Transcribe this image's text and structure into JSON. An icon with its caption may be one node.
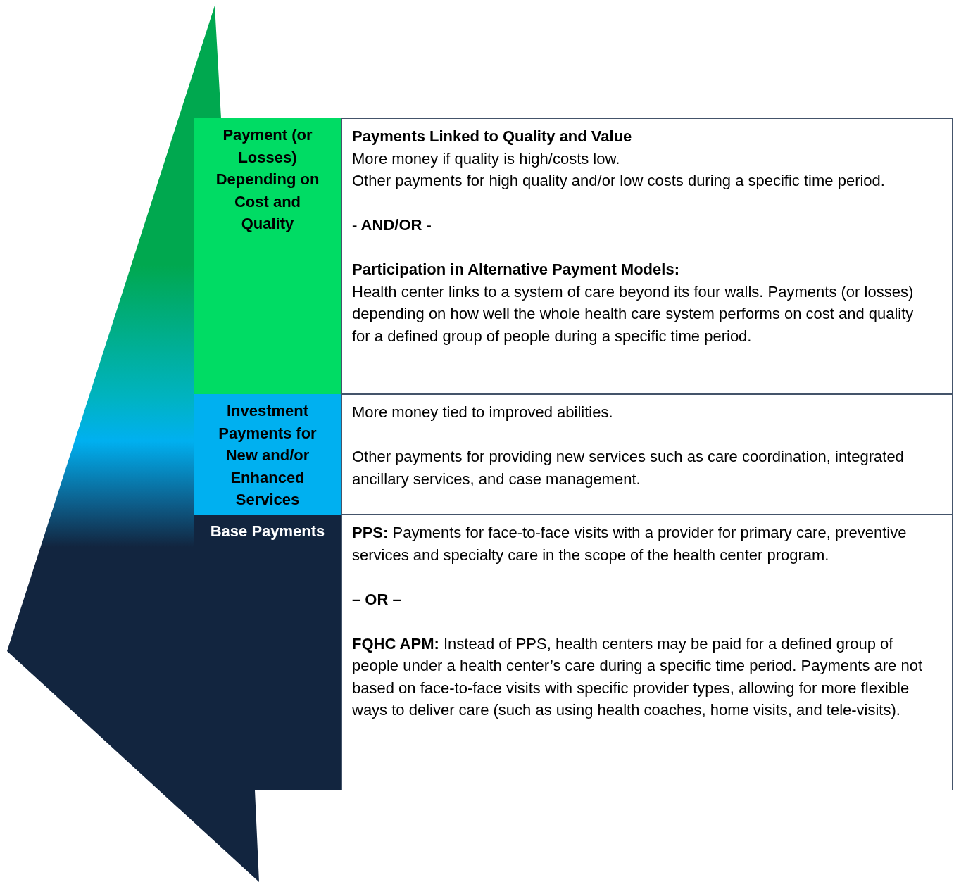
{
  "diagram": {
    "nodes": [
      {
        "text": [
          "Payment (or Losses) Depending on Cost and Quality"
        ]
      },
      {
        "text": [
          "Payments Linked to Quality and Value",
          "More money if quality is high/costs low.",
          "Other payments for high quality and/or low costs during a specific time period.",
          "- AND/OR -",
          "Participation in Alternative Payment Models:",
          "Health center links to a system of care beyond its four walls.  Payments (or losses) depending on how well the whole health care system performs on cost and quality for a defined group of people during a specific time period."
        ]
      },
      {
        "text": [
          "Investment Payments for New and/or Enhanced Services"
        ]
      },
      {
        "text": [
          "More money tied to improved abilities.",
          "Other payments for providing new services such as care coordination, integrated ancillary services, and case management."
        ]
      },
      {
        "text": [
          "Base Payments"
        ]
      },
      {
        "text": [
          "**PPS:** Payments for face-to-face visits with a provider for primary care, preventive services and specialty care in the scope of the health center program.",
          "– OR –",
          "**FQHC APM:** Instead of PPS, health centers may be paid for a defined group of people under a health center’s care during a specific time period. Payments are not based on face-to-face visits with specific provider types, allowing for more flexible ways to deliver care (such as using health coaches, home visits, and tele-visits)."
        ]
      }
    ]
  }
}
